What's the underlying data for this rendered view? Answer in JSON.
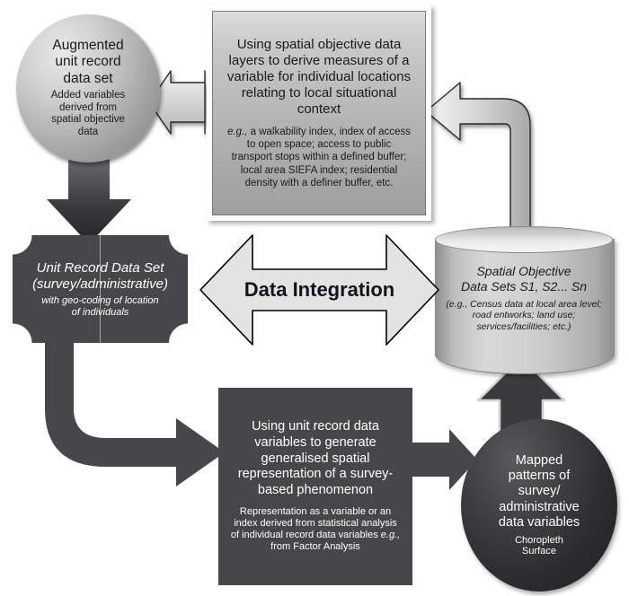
{
  "diagram": {
    "title": "Data Integration conceptual framework",
    "colors": {
      "dark_fill": "#47474a",
      "dark_ellipse": "#2c2c2e",
      "gray_box_fill": "#b4b4b4",
      "arrow_light_fill": "#dcdcdc",
      "outline": "#1a1a1a",
      "text_light": "#ffffff",
      "text_dark": "#1a1a1a"
    },
    "nodes": {
      "augmented_circle": {
        "shape": "circle",
        "title_lines": [
          "Augmented",
          "unit record",
          "data set"
        ],
        "sub_lines": [
          "Added variables",
          "derived from",
          "spatial objective",
          "data"
        ]
      },
      "derive_box": {
        "shape": "rectangle",
        "title": "Using spatial objective data layers to derive measures of a variable for individual locations relating to local situational context",
        "sub_prefix_italic": "e.g.,",
        "sub": " a walkability index, index of access to open space; access to public transport stops within a defined buffer; local area SIEFA index; residential density with a definer buffer, etc."
      },
      "unit_record_plaque": {
        "shape": "plaque",
        "title_lines": [
          "Unit Record Data Set",
          "(survey/administrative)"
        ],
        "sub_lines": [
          "with geo-coding of location",
          "of individuals"
        ]
      },
      "data_integration_arrow": {
        "shape": "double-headed-arrow",
        "label": "Data Integration"
      },
      "spatial_cylinder": {
        "shape": "cylinder",
        "title_lines": [
          "Spatial Objective",
          "Data Sets S1, S2... Sn"
        ],
        "sub": "(e.g., Census data at local area level; road entworks; land use; services/facilities; etc.)"
      },
      "generate_box": {
        "shape": "rectangle",
        "title": "Using unit record data variables to generate generalised spatial representation of a survey-based phenomenon",
        "sub_line1": "Representation as a variable or an index derived from statistical analysis of individual record data variables",
        "sub_prefix_italic": "e.g.,",
        "sub_line2": " from Factor Analysis"
      },
      "mapped_ellipse": {
        "shape": "ellipse",
        "title_lines": [
          "Mapped",
          "patterns of",
          "survey/",
          "administrative",
          "data variables"
        ],
        "sub_lines": [
          "Choropleth",
          "Surface"
        ]
      }
    },
    "connectors": [
      {
        "name": "derive-box-to-augmented-circle",
        "style": "light-left-arrow",
        "from": "derive_box",
        "to": "augmented_circle"
      },
      {
        "name": "spatial-cylinder-to-derive-box",
        "style": "light-elbow-arrow",
        "from": "spatial_cylinder",
        "to": "derive_box"
      },
      {
        "name": "augmented-circle-to-unit-record",
        "style": "dark-down-arrow",
        "from": "augmented_circle",
        "to": "unit_record_plaque"
      },
      {
        "name": "unit-record-to-generate-box",
        "style": "dark-elbow-arrow",
        "from": "unit_record_plaque",
        "to": "generate_box"
      },
      {
        "name": "generate-box-to-mapped-ellipse",
        "style": "dark-right-arrow",
        "from": "generate_box",
        "to": "mapped_ellipse"
      },
      {
        "name": "mapped-ellipse-to-spatial-cylinder",
        "style": "dark-up-arrow",
        "from": "mapped_ellipse",
        "to": "spatial_cylinder"
      }
    ]
  }
}
